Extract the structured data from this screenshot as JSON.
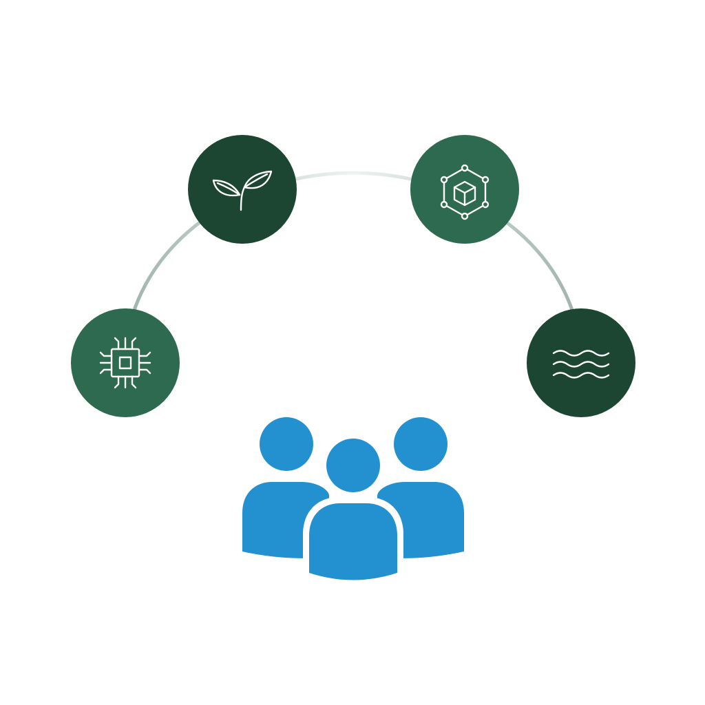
{
  "diagram": {
    "connector": {
      "colors": [
        "#9fb3ad",
        "#eef3f1",
        "#9fb3ad"
      ]
    },
    "nodes": [
      {
        "id": "technology",
        "icon": "microchip-icon",
        "fill": "#2e6a4f"
      },
      {
        "id": "nature",
        "icon": "leaf-sprout-icon",
        "fill": "#1c4532"
      },
      {
        "id": "network",
        "icon": "cube-network-icon",
        "fill": "#2e6a4f"
      },
      {
        "id": "water",
        "icon": "waves-icon",
        "fill": "#1c4532"
      }
    ],
    "community": {
      "icon": "people-group-icon",
      "color": "#2390d0"
    }
  }
}
